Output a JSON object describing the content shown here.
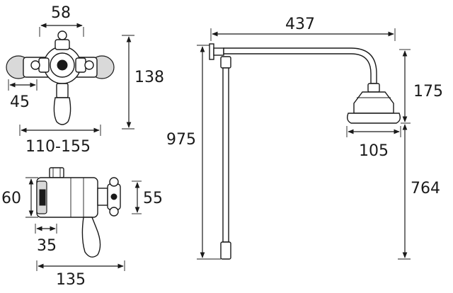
{
  "dimensions": {
    "top_width": "58",
    "body_height": "138",
    "handle_offset": "45",
    "body_span": "110-155",
    "side_height": "60",
    "side_depth": "55",
    "side_offset": "35",
    "side_width": "135",
    "arm_length": "437",
    "riser_height": "975",
    "head_drop": "175",
    "head_diameter": "105",
    "head_to_floor": "764"
  },
  "colors": {
    "line": "#1a1a1a",
    "background": "#ffffff"
  }
}
